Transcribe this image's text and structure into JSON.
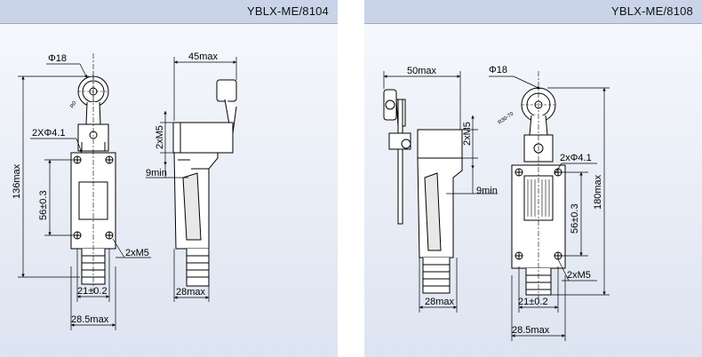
{
  "left": {
    "model": "YBLX-ME/8104",
    "labels": {
      "roller_dia": "Φ18",
      "total_height": "136max",
      "mount_holes": "2XΦ4.1",
      "hole_pitch": "56±0.3",
      "screws": "2xM5",
      "hole_spacing": "21±0.2",
      "body_width": "28.5max",
      "side_width": "45max",
      "conduit": "2xM5",
      "offset": "9min",
      "side_depth": "28max",
      "angle": "R0"
    }
  },
  "right": {
    "model": "YBLX-ME/8108",
    "labels": {
      "side_width": "50max",
      "roller_dia": "Φ18",
      "conduit": "2xM5",
      "offset": "9min",
      "mount_holes": "2xΦ4.1",
      "total_height": "180max",
      "hole_pitch": "56±0.3",
      "screws": "2xM5",
      "side_depth": "28max",
      "hole_spacing": "21±0.2",
      "body_width": "28.5max",
      "angle": "R30-70"
    }
  }
}
